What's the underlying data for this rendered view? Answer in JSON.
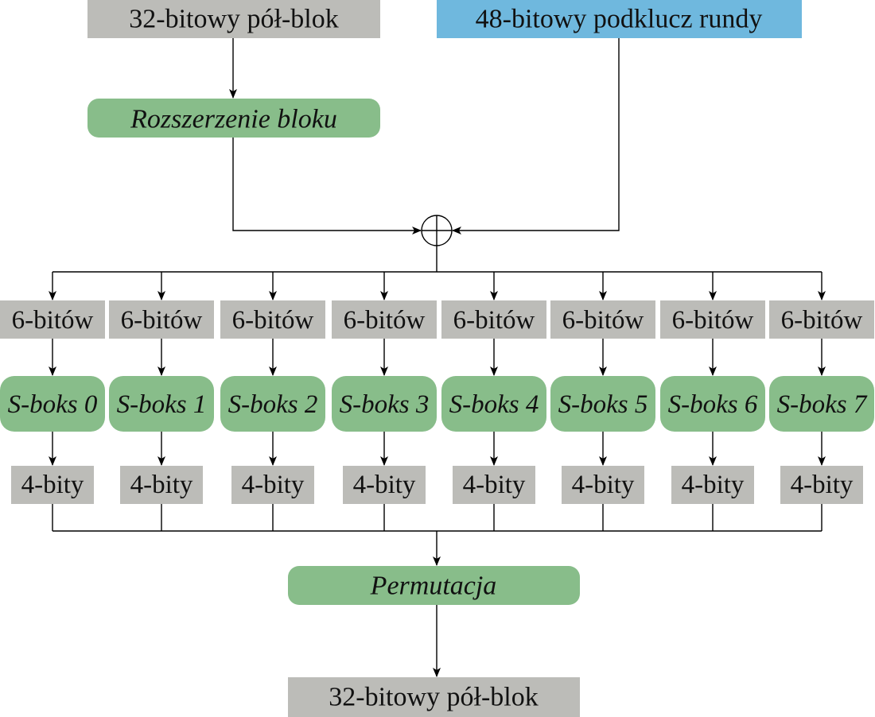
{
  "colors": {
    "data_box": "#bcbcb8",
    "key_box": "#6fb8de",
    "operation_box": "#88bd8a",
    "line": "#000000"
  },
  "input_half_block": "32-bitowy pół-blok",
  "round_subkey": "48-bitowy podklucz rundy",
  "expansion": "Rozszerzenie bloku",
  "xor_symbol": "xor",
  "six_bit_groups": [
    "6-bitów",
    "6-bitów",
    "6-bitów",
    "6-bitów",
    "6-bitów",
    "6-bitów",
    "6-bitów",
    "6-bitów"
  ],
  "sboxes": [
    "S-boks 0",
    "S-boks 1",
    "S-boks 2",
    "S-boks 3",
    "S-boks 4",
    "S-boks 5",
    "S-boks 6",
    "S-boks 7"
  ],
  "four_bit_outputs": [
    "4-bity",
    "4-bity",
    "4-bity",
    "4-bity",
    "4-bity",
    "4-bity",
    "4-bity",
    "4-bity"
  ],
  "permutation": "Permutacja",
  "output_half_block": "32-bitowy pół-blok"
}
